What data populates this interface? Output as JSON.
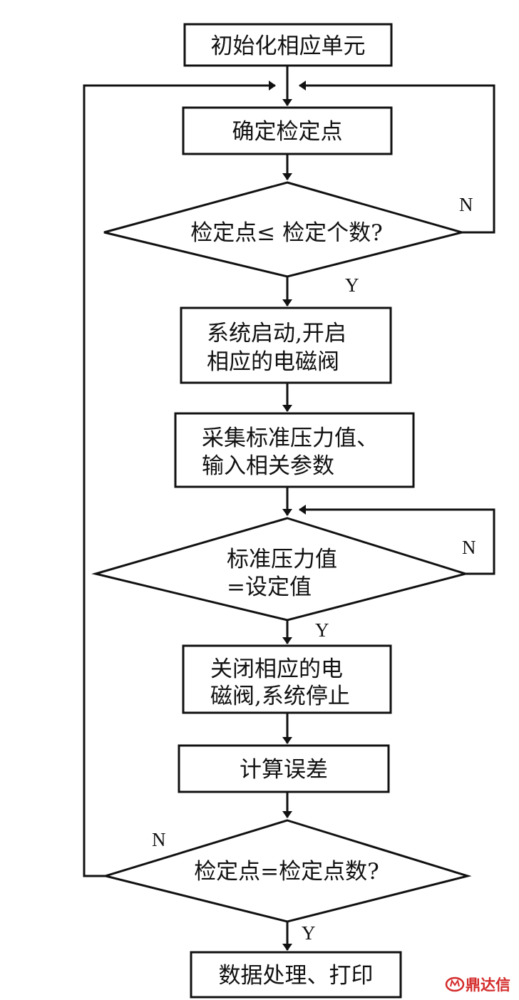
{
  "nodes": {
    "init": {
      "text": "初始化相应单元"
    },
    "determine_point": {
      "text": "确定检定点"
    },
    "check_point_count": {
      "text": "检定点≤ 检定个数?"
    },
    "start_system": {
      "line1": "系统启动,开启",
      "line2": "相应的电磁阀"
    },
    "collect": {
      "line1": "采集标准压力值、",
      "line2": "输入相关参数"
    },
    "pressure_check": {
      "line1": "标准压力值",
      "line2": "=设定值"
    },
    "close_valve": {
      "line1": "关闭相应的电",
      "line2": "磁阀,系统停止"
    },
    "calc_error": {
      "text": "计算误差"
    },
    "final_check": {
      "text": "检定点=检定点数?"
    },
    "process_print": {
      "text": "数据处理、打印"
    }
  },
  "branch_labels": {
    "check_no": "N",
    "check_yes": "Y",
    "pressure_no": "N",
    "pressure_yes": "Y",
    "final_no": "N",
    "final_yes": "Y"
  },
  "watermark": {
    "text": "鼎达信",
    "color": "#d42a2a"
  }
}
